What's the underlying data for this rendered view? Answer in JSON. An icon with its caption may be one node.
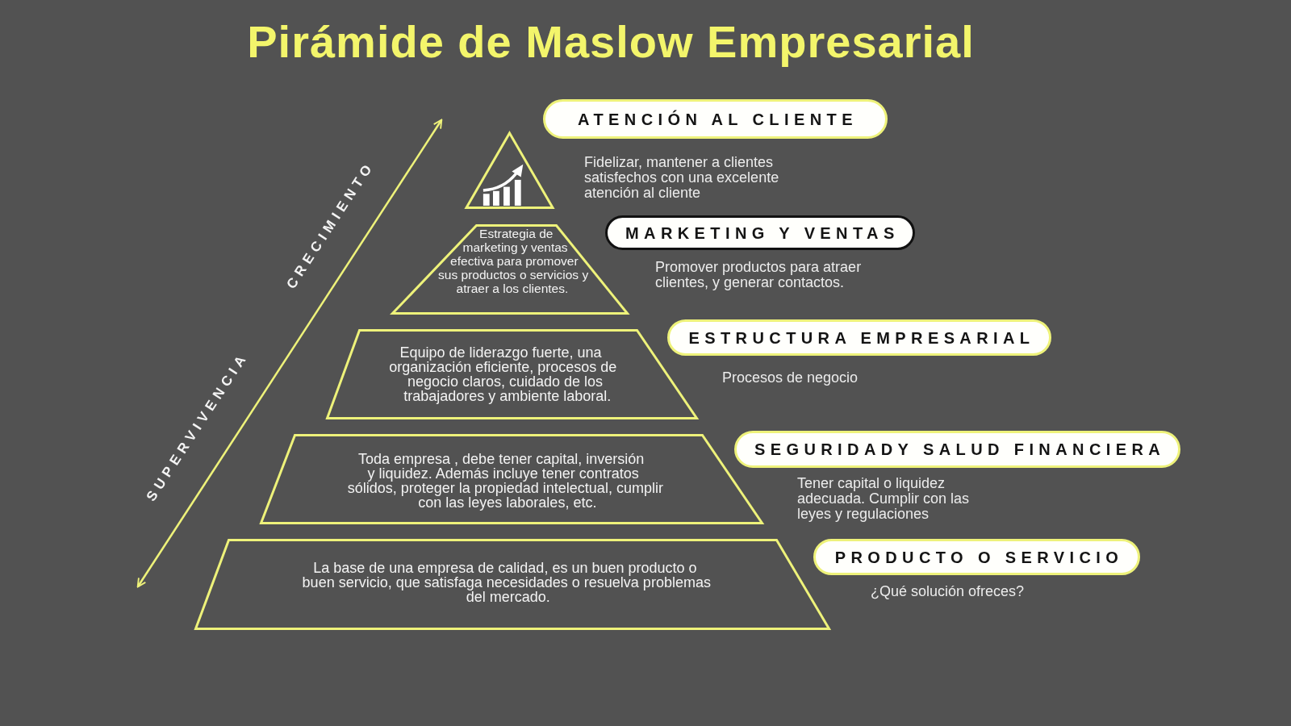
{
  "diagram": {
    "title": "Pirámide de Maslow Empresarial",
    "nodes": [
      {
        "text": [
          "ATENCIÓN AL CLIENTE"
        ],
        "beside": [
          "Fidelizar, mantener a clientes satisfechos con una excelente atención al cliente"
        ]
      },
      {
        "text": [],
        "shape": "triangle"
      },
      {
        "text": [
          "MARKETING Y VENTAS"
        ],
        "beside": [
          "Promover productos para atraer clientes, y generar contactos."
        ]
      },
      {
        "text": [
          "Estrategia de marketing y ventas efectiva para promover sus productos o servicios y atraer a los clientes."
        ]
      },
      {
        "text": [
          "ESTRUCTURA EMPRESARIAL"
        ],
        "beside": [
          "Procesos de negocio"
        ]
      },
      {
        "text": [
          "Equipo de liderazgo fuerte, una organización eficiente, procesos de negocio claros, cuidado de los trabajadores y ambiente laboral."
        ]
      },
      {
        "text": [
          "SEGURIDADY SALUD FINANCIERA"
        ],
        "beside": [
          "Tener capital o liquidez adecuada. Cumplir con las leyes y regulaciones"
        ]
      },
      {
        "text": [
          "Toda empresa , debe tener capital, inversión y liquidez. Además incluye tener contratos sólidos, proteger la propiedad intelectual, cumplir con las leyes laborales, etc."
        ]
      },
      {
        "text": [
          "PRODUCTO O SERVICIO"
        ],
        "beside": [
          "¿Qué solución ofreces?"
        ]
      },
      {
        "text": [
          "La base de una empresa de calidad, es un buen producto o buen servicio, que satisfaga necesidades o resuelva problemas del mercado."
        ]
      }
    ],
    "labels": [
      "CRECIMIENTO",
      "SUPERVIVENCIA"
    ]
  }
}
